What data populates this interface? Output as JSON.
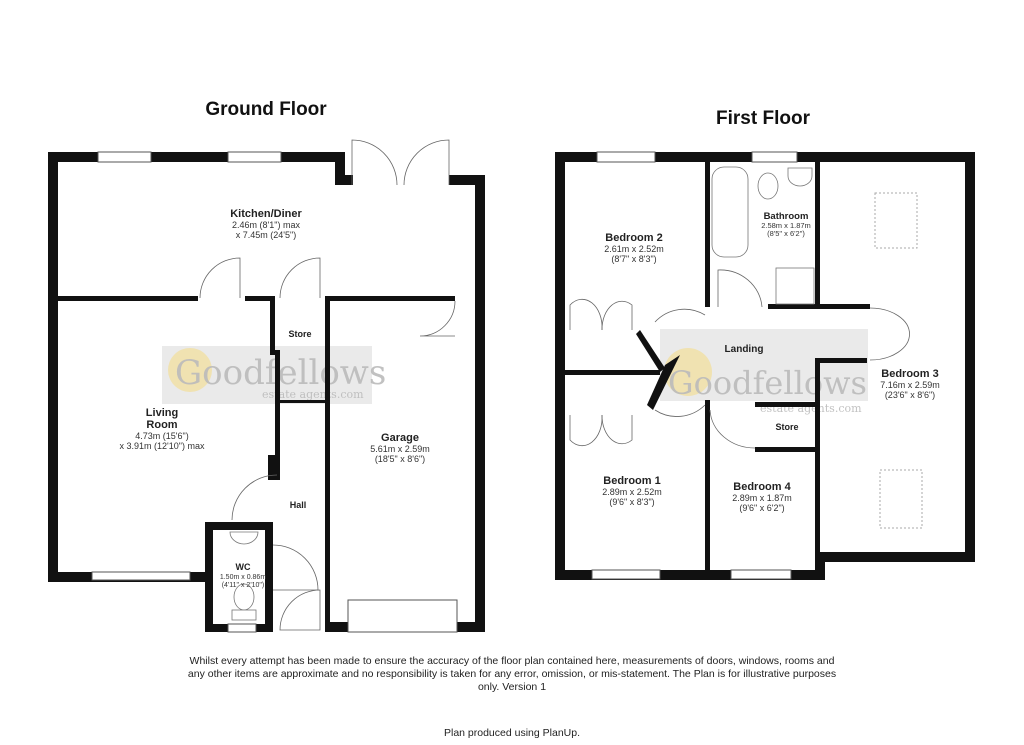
{
  "ground_floor": {
    "title": "Ground Floor",
    "rooms": [
      {
        "name": "Kitchen/Diner",
        "dims": [
          "2.46m (8'1\") max",
          "x 7.45m (24'5\")"
        ]
      },
      {
        "name": "Living",
        "name2": "Room",
        "dims": [
          "4.73m (15'6\")",
          "x 3.91m (12'10\") max"
        ]
      },
      {
        "name": "Store",
        "dims": []
      },
      {
        "name": "Garage",
        "dims": [
          "5.61m x 2.59m",
          "(18'5\" x 8'6\")"
        ]
      },
      {
        "name": "Hall",
        "dims": []
      },
      {
        "name": "WC",
        "dims": [
          "1.50m x 0.86m",
          "(4'11\" x 2'10\")"
        ]
      }
    ]
  },
  "first_floor": {
    "title": "First Floor",
    "rooms": [
      {
        "name": "Bedroom 2",
        "dims": [
          "2.61m x 2.52m",
          "(8'7\" x 8'3\")"
        ]
      },
      {
        "name": "Bathroom",
        "dims": [
          "2.58m x 1.87m",
          "(8'5\" x 6'2\")"
        ]
      },
      {
        "name": "Landing",
        "dims": []
      },
      {
        "name": "Bedroom 3",
        "dims": [
          "7.16m x 2.59m",
          "(23'6\" x 8'6\")"
        ]
      },
      {
        "name": "Store",
        "dims": []
      },
      {
        "name": "Bedroom 1",
        "dims": [
          "2.89m x 2.52m",
          "(9'6\" x 8'3\")"
        ]
      },
      {
        "name": "Bedroom 4",
        "dims": [
          "2.89m x 1.87m",
          "(9'6\" x 6'2\")"
        ]
      }
    ]
  },
  "watermark": {
    "brand": "Goodfellows",
    "tagline": "estate agents.com",
    "colors": {
      "g": "#f3dc8a",
      "text": "#bbbbbb"
    }
  },
  "disclaimer": "Whilst every attempt has been made to ensure the accuracy of the floor plan contained here, measurements of doors, windows, rooms and any other items are approximate and no responsibility is taken for any error, omission, or mis-statement. The Plan is for illustrative purposes only. Version 1",
  "footer": "Plan produced using PlanUp."
}
